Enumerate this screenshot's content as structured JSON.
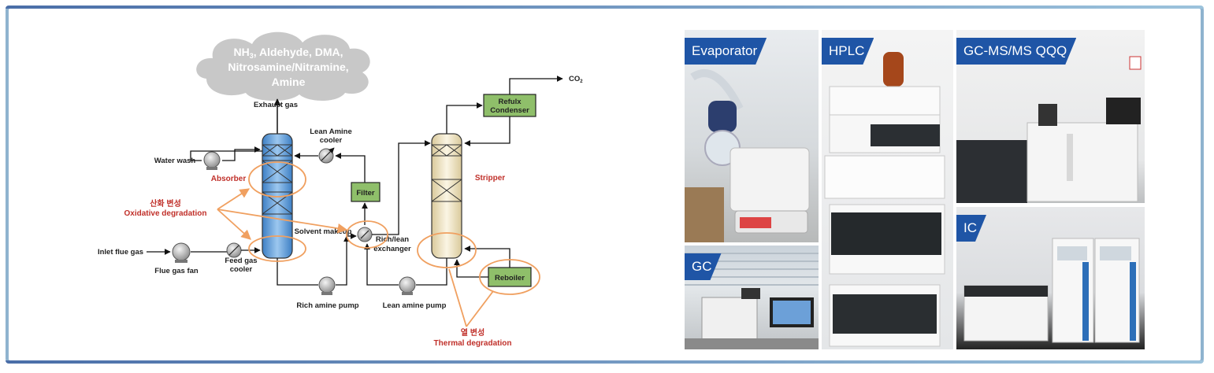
{
  "diagram": {
    "cloud_text": {
      "line1_pre": "NH",
      "line1_sub": "3",
      "line1_post": ", Aldehyde, DMA,",
      "line2": "Nitrosamine/Nitramine,",
      "line3": "Amine"
    },
    "exhaust_gas": "Exhaust gas",
    "co2_pre": "CO",
    "co2_sub": "2",
    "water_wash": "Water wash",
    "lean_amine_cooler_1": "Lean Amine",
    "lean_amine_cooler_2": "cooler",
    "absorber": "Absorber",
    "stripper": "Stripper",
    "filter": "Filter",
    "refulx_condenser_1": "Refulx",
    "refulx_condenser_2": "Condenser",
    "reboiler": "Reboiler",
    "oxidative_ko": "산화 변성",
    "oxidative_en": "Oxidative degradation",
    "thermal_ko": "열 변성",
    "thermal_en": "Thermal degradation",
    "solvent_makeup": "Solvent makeup",
    "rich_lean_exchanger_1": "Rich/lean",
    "rich_lean_exchanger_2": "exchanger",
    "inlet_flue_gas": "Inlet flue gas",
    "flue_gas_fan": "Flue gas fan",
    "feed_gas_cooler_1": "Feed gas",
    "feed_gas_cooler_2": "cooler",
    "rich_amine_pump": "Rich amine pump",
    "lean_amine_pump": "Lean amine pump",
    "colors": {
      "absorber": "#5b9bd5",
      "stripper": "#f3ead1",
      "box": "#8fbf6a",
      "highlight": "#f0a060",
      "red": "#c0302a"
    }
  },
  "photos": {
    "evaporator": "Evaporator",
    "hplc": "HPLC",
    "gcmsms": "GC-MS/MS QQQ",
    "gc": "GC",
    "ic": "IC",
    "tag_color": "#1f55a6"
  }
}
